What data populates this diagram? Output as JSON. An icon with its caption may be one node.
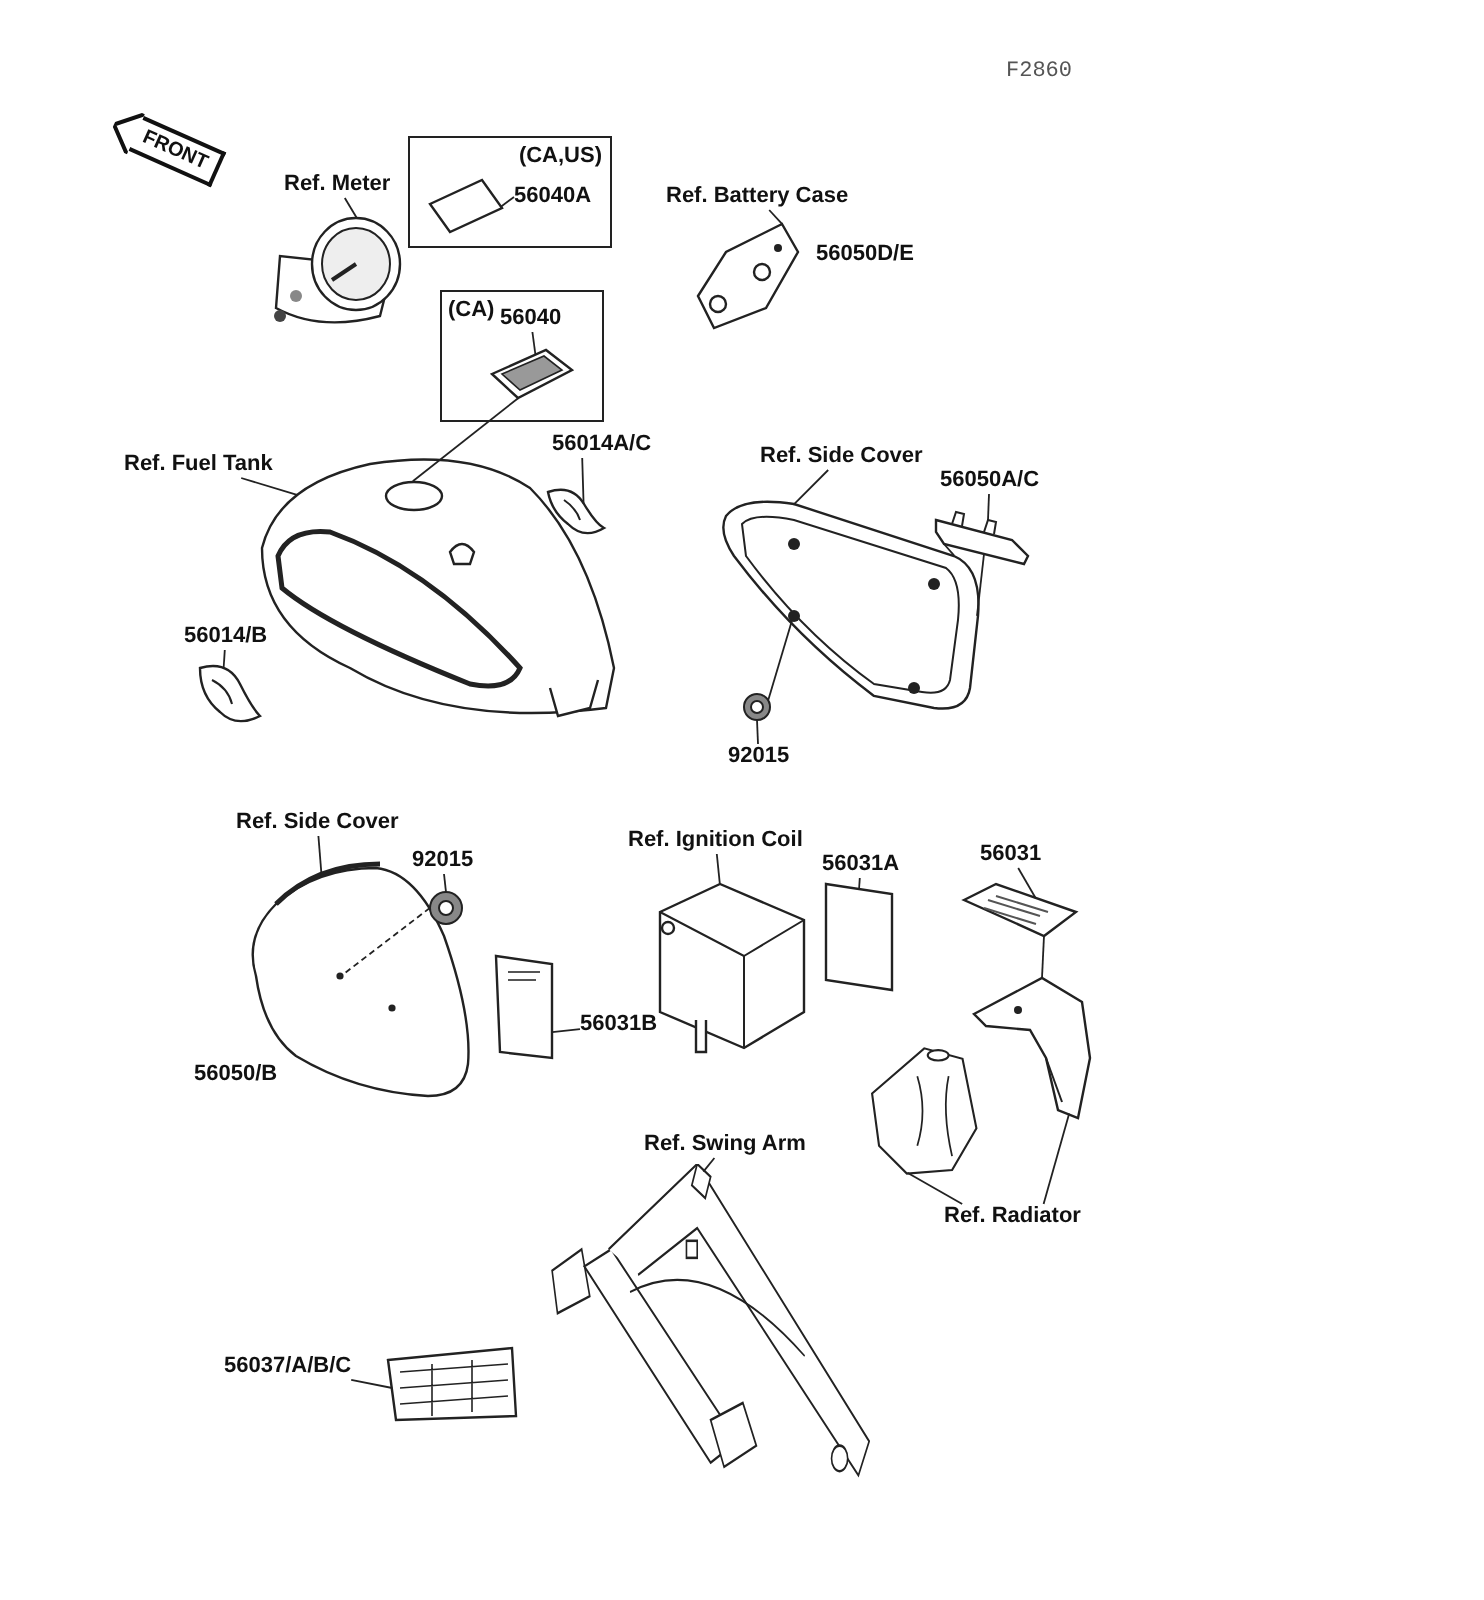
{
  "diagram": {
    "nodes": [
      {
        "text": [
          "(CA,US)"
        ]
      },
      {
        "text": [
          "56040A"
        ],
        "in": 0
      },
      {
        "text": [],
        "shape": "picture",
        "in": 0
      },
      {
        "text": [
          "(CA)"
        ]
      },
      {
        "text": [
          "56040"
        ],
        "in": 3
      },
      {
        "text": [],
        "shape": "picture",
        "in": 3
      },
      {
        "text": [
          "Ref. Meter"
        ]
      },
      {
        "text": [],
        "shape": "picture"
      },
      {
        "text": [
          "Ref. Battery Case"
        ]
      },
      {
        "text": [],
        "shape": "picture"
      },
      {
        "text": [
          "Ref. Fuel Tank"
        ]
      },
      {
        "text": [],
        "shape": "picture"
      },
      {
        "text": [
          "56014A/C"
        ]
      },
      {
        "text": [],
        "shape": "picture"
      },
      {
        "text": [
          "56014/B"
        ]
      },
      {
        "text": [],
        "shape": "picture"
      },
      {
        "text": [
          "Ref. Side Cover"
        ]
      },
      {
        "text": [],
        "shape": "picture"
      },
      {
        "text": [
          "56050A/C"
        ]
      },
      {
        "text": [],
        "shape": "picture"
      },
      {
        "text": [
          "92015"
        ]
      },
      {
        "text": [],
        "shape": "picture"
      },
      {
        "text": [
          "Ref. Side Cover"
        ]
      },
      {
        "text": [],
        "shape": "picture"
      },
      {
        "text": [
          "92015"
        ]
      },
      {
        "text": [],
        "shape": "picture"
      },
      {
        "text": [
          "56031B"
        ]
      },
      {
        "text": [],
        "shape": "picture"
      },
      {
        "text": [
          "Ref. Ignition Coil"
        ]
      },
      {
        "text": [],
        "shape": "picture"
      },
      {
        "text": [
          "56031A"
        ]
      },
      {
        "text": [],
        "shape": "box"
      },
      {
        "text": [
          "56031"
        ]
      },
      {
        "text": [],
        "shape": "picture"
      },
      {
        "text": [],
        "shape": "picture"
      },
      {
        "text": [
          "Ref. Radiator"
        ]
      },
      {
        "text": [],
        "shape": "picture"
      },
      {
        "text": [
          "Ref. Swing Arm"
        ]
      },
      {
        "text": [],
        "shape": "picture"
      },
      {
        "text": [
          "56037/A/B/C"
        ]
      },
      {
        "text": [],
        "shape": "picture"
      }
    ],
    "edges": [
      {
        "from": 1,
        "to": 2,
        "arrow": "none"
      },
      {
        "from": 4,
        "to": 5,
        "arrow": "none"
      },
      {
        "from": 5,
        "to": 11,
        "arrow": "none"
      },
      {
        "from": 6,
        "to": 7,
        "arrow": "none"
      },
      {
        "from": 8,
        "to": 9,
        "arrow": "none"
      },
      {
        "from": 10,
        "to": 11,
        "arrow": "none"
      },
      {
        "from": 12,
        "to": 13,
        "arrow": "none"
      },
      {
        "from": 14,
        "to": 15,
        "arrow": "none"
      },
      {
        "from": 16,
        "to": 17,
        "arrow": "none"
      },
      {
        "from": 18,
        "to": 19,
        "arrow": "none"
      },
      {
        "from": 19,
        "to": 17,
        "arrow": "none"
      },
      {
        "from": 19,
        "to": 17,
        "arrow": "none"
      },
      {
        "from": 20,
        "to": 21,
        "arrow": "none"
      },
      {
        "from": 21,
        "to": 17,
        "arrow": "none"
      },
      {
        "from": 22,
        "to": 23,
        "arrow": "none"
      },
      {
        "from": 24,
        "to": 25,
        "arrow": "none"
      },
      {
        "from": 25,
        "to": 23,
        "arrow": "none",
        "style": "dashed"
      },
      {
        "from": 26,
        "to": 27,
        "arrow": "none"
      },
      {
        "from": 28,
        "to": 29,
        "arrow": "none"
      },
      {
        "from": 30,
        "to": 31,
        "arrow": "none"
      },
      {
        "from": 32,
        "to": 33,
        "arrow": "none"
      },
      {
        "from": 33,
        "to": 34,
        "arrow": "none"
      },
      {
        "from": 35,
        "to": 34,
        "arrow": "none"
      },
      {
        "from": 35,
        "to": 36,
        "arrow": "none"
      },
      {
        "from": 37,
        "to": 38,
        "arrow": "none"
      },
      {
        "from": 39,
        "to": 40,
        "arrow": "none"
      }
    ],
    "labels": [
      "F2860",
      "FRONT",
      "56050D/E",
      "56050/B"
    ]
  }
}
